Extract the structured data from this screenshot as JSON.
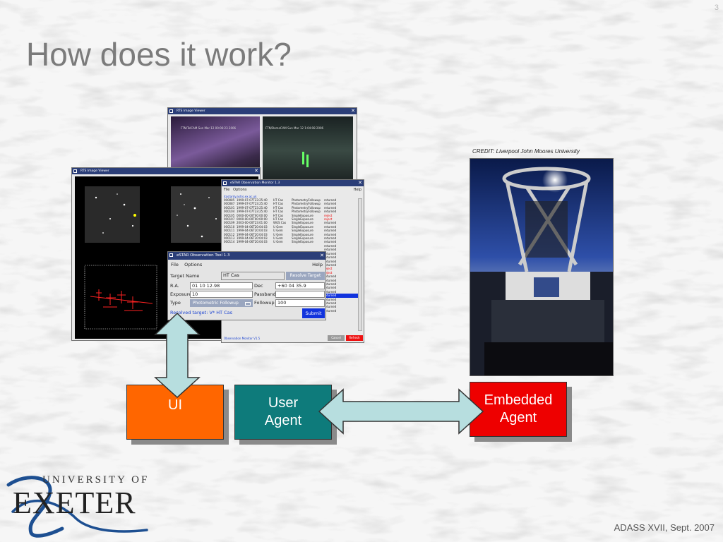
{
  "slide": {
    "title": "How does it work?",
    "number": "3",
    "footer": "ADASS XVII, Sept. 2007",
    "credit": "CREDIT: Liverpool John Moores University"
  },
  "diagram": {
    "ui_label": "UI",
    "user_agent_label": "User\nAgent",
    "embedded_agent_label": "Embedded\nAgent",
    "colors": {
      "ui": "#ff6600",
      "user_agent": "#0e7b7b",
      "embedded_agent": "#ee0000",
      "arrow_fill": "#b7dedf"
    }
  },
  "screens": {
    "image_viewer_top": {
      "title": "RTS Image Viewer",
      "cam1": "FTN/TelCAM  Sun Mar 12  00:06:23  2006",
      "cam2": "FTN/DomeCAM  Sun Mar 12  1:04:08  2006"
    },
    "image_viewer_left": {
      "title": "RTS Image Viewer"
    },
    "monitor": {
      "title": "eSTAR Observation Monitor 1.3",
      "menu_file": "File",
      "menu_options": "Options",
      "menu_help": "Help",
      "server": "itastardy.astro.ex.ac.uk",
      "rows": [
        [
          "000085",
          "1999-07-07T23:25:40",
          "HT Cas",
          "PhotometryFollowup"
        ],
        [
          "000087",
          "1999-07-07T23:25:40",
          "HT Cas",
          "PhotometryFollowup"
        ],
        [
          "000101",
          "1999-07-07T23:25:40",
          "HT Cas",
          "PhotometryFollowup"
        ],
        [
          "000104",
          "1999-07-07T23:25:40",
          "HT Cas",
          "PhotometryFollowup"
        ],
        [
          "000105",
          "0000-00-00T00:00:00",
          "HT Cas",
          "SingleExposure"
        ],
        [
          "000107",
          "0000-00-00T00:00:00",
          "HT Cas",
          "SingleExposure"
        ],
        [
          "000109",
          "2003-00-00T23:01:00",
          "WGS Cas",
          "SingleExposure"
        ],
        [
          "000110",
          "1999-04-06T20:04:03",
          "U Gem",
          "SingleExposure"
        ],
        [
          "000111",
          "1999-04-06T20:04:03",
          "U Gem",
          "SingleExposure"
        ],
        [
          "000112",
          "1999-04-06T20:04:03",
          "U Gem",
          "SingleExposure"
        ],
        [
          "000113",
          "1999-04-06T20:04:03",
          "U Gem",
          "SingleExposure"
        ],
        [
          "000114",
          "1999-04-06T20:04:03",
          "U Gem",
          "SingleExposure"
        ]
      ],
      "statuses": [
        "returned",
        "returned",
        "returned",
        "returned",
        "reject",
        "reject",
        "returned",
        "returned",
        "returned",
        "returned",
        "returned",
        "returned",
        "returned",
        "returned",
        "returned",
        "returned",
        "returned",
        "returned",
        "reject",
        "reject",
        "returned",
        "returned",
        "returned",
        "returned",
        "returned",
        "returned",
        "returned",
        "returned",
        "returned",
        "returned"
      ],
      "status_label": "Observation Monitor V1.5",
      "cancel_label": "Cancel",
      "refresh_label": "Refresh"
    },
    "tool": {
      "title": "eSTAR Observation Tool 1.3",
      "menu_file": "File",
      "menu_options": "Options",
      "menu_help": "Help",
      "target_name_label": "Target Name",
      "target_name_value": "HT Cas",
      "resolve_label": "Resolve Target",
      "ra_label": "R.A.",
      "ra_value": "01 10 12.98",
      "dec_label": "Dec",
      "dec_value": "+60 04 35.9",
      "exposure_label": "Exposure",
      "exposure_value": "10",
      "passband_label": "Passband",
      "passband_value": "",
      "type_label": "Type",
      "type_value": "Photometric Followup",
      "followup_label": "Followup",
      "followup_value": "100",
      "resolved_text": "Resolved target: V* HT Cas",
      "submit_label": "Submit"
    }
  },
  "logo": {
    "line1": "UNIVERSITY OF",
    "line2": "EXETER"
  }
}
